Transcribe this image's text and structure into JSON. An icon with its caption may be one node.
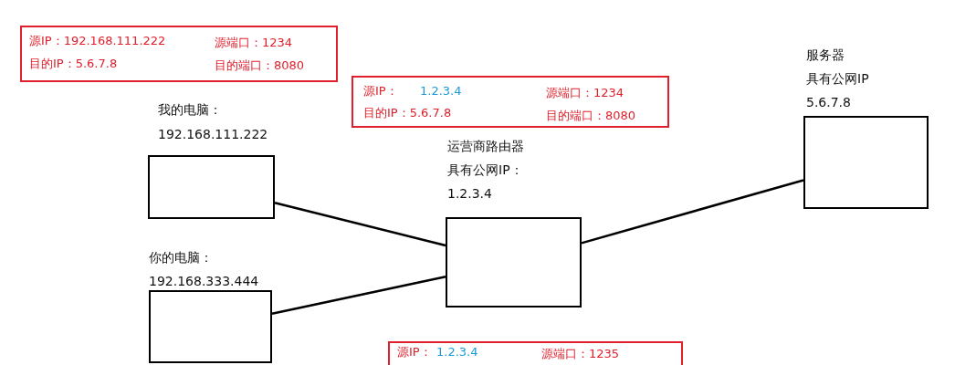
{
  "diagram": {
    "nodes": [
      {
        "text": [
          "源IP：192.168.111.222",
          "源端口：1234",
          "目的IP：5.6.7.8",
          "目的端口：8080"
        ]
      },
      {
        "text": [
          "服务器",
          "具有公网IP",
          "5.6.7.8"
        ]
      },
      {
        "text": [
          "源IP：",
          "1.2.3.4",
          "源端口：1234",
          "目的IP：5.6.7.8",
          "目的端口：8080"
        ]
      },
      {
        "text": [
          "我的电脑：",
          "192.168.111.222"
        ]
      },
      {
        "text": [
          "运营商路由器",
          "具有公网IP：",
          "1.2.3.4"
        ]
      },
      {
        "text": [
          "你的电脑：",
          "192.168.333.444"
        ]
      },
      {
        "text": [
          "源IP：",
          "1.2.3.4",
          "源端口：1235"
        ]
      }
    ],
    "edges": [
      {
        "from": 3,
        "to": 4,
        "arrow": "none"
      },
      {
        "from": 5,
        "to": 4,
        "arrow": "none"
      },
      {
        "from": 4,
        "to": 1,
        "arrow": "none"
      }
    ]
  }
}
